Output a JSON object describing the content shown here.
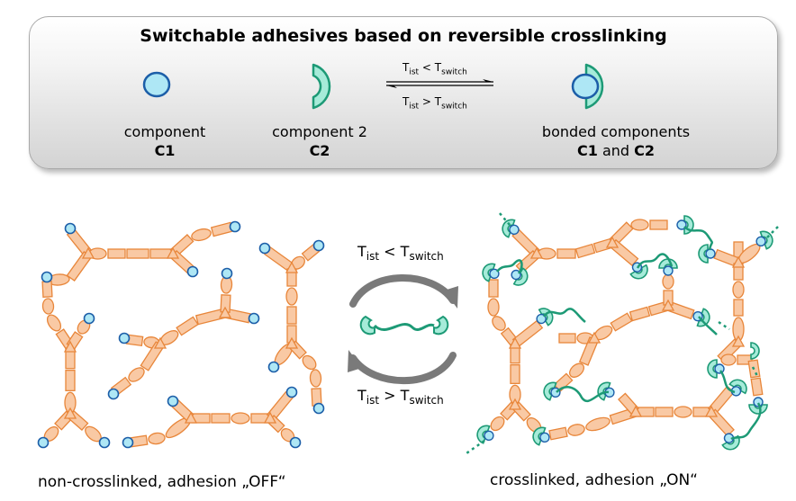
{
  "legend": {
    "title": "Switchable adhesives based on reversible crosslinking",
    "component1": {
      "line1": "component",
      "line2": "C1"
    },
    "component2": {
      "line1": "component 2",
      "line2": "C2"
    },
    "bonded": {
      "line1": "bonded components",
      "line2a": "C1",
      "line2b": "and",
      "line2c": "C2"
    },
    "equilibrium": {
      "top": {
        "T": "T",
        "sub1": "ist",
        "op": "<",
        "T2": "T",
        "sub2": "switch"
      },
      "bottom": {
        "T": "T",
        "sub1": "ist",
        "op": ">",
        "T2": "T",
        "sub2": "switch"
      }
    }
  },
  "cycle": {
    "top": {
      "T": "T",
      "sub1": "ist",
      "op": "<",
      "T2": "T",
      "sub2": "switch"
    },
    "bottom": {
      "T": "T",
      "sub1": "ist",
      "op": ">",
      "T2": "T",
      "sub2": "switch"
    }
  },
  "left_caption": "non-crosslinked, adhesion „OFF“",
  "right_caption": "crosslinked, adhesion „ON“",
  "colors": {
    "segment_fill": "#f9c9a4",
    "segment_stroke": "#e8863a",
    "end_group_fill": "#aee7f5",
    "end_group_stroke": "#1c5ea8",
    "c2_fill": "#a6ebd9",
    "c2_stroke": "#1d9a76",
    "linker": "#1d9a76",
    "arrow_gray": "#7a7a7a"
  }
}
